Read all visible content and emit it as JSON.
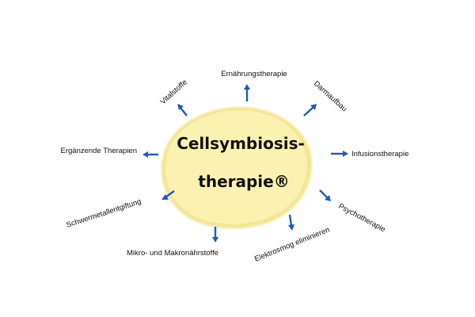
{
  "colors": {
    "blob_fill": "#fbf2b1",
    "blob_edge": "#f3e694",
    "arrow": "#1f5bb5",
    "text": "#111111"
  },
  "center": {
    "line1": "Cellsymbiosis-",
    "line2": "therapie®"
  },
  "nodes": [
    {
      "id": "ernaehrungstherapie",
      "label": "Ernährungstherapie"
    },
    {
      "id": "darmaufbau",
      "label": "Darmaufbau"
    },
    {
      "id": "infusionstherapie",
      "label": "Infusionstherapie"
    },
    {
      "id": "psychotherapie",
      "label": "Psychotherapie"
    },
    {
      "id": "elektrosmog",
      "label": "Elektrosmog eliminieren"
    },
    {
      "id": "mikro-makro",
      "label": "Mikro- und Makronährstoffe"
    },
    {
      "id": "schwermetall",
      "label": "Schwermetallentgiftung"
    },
    {
      "id": "ergaenzende",
      "label": "Ergänzende Therapien"
    },
    {
      "id": "vitalstoffe",
      "label": "Vitalstoffe"
    }
  ]
}
